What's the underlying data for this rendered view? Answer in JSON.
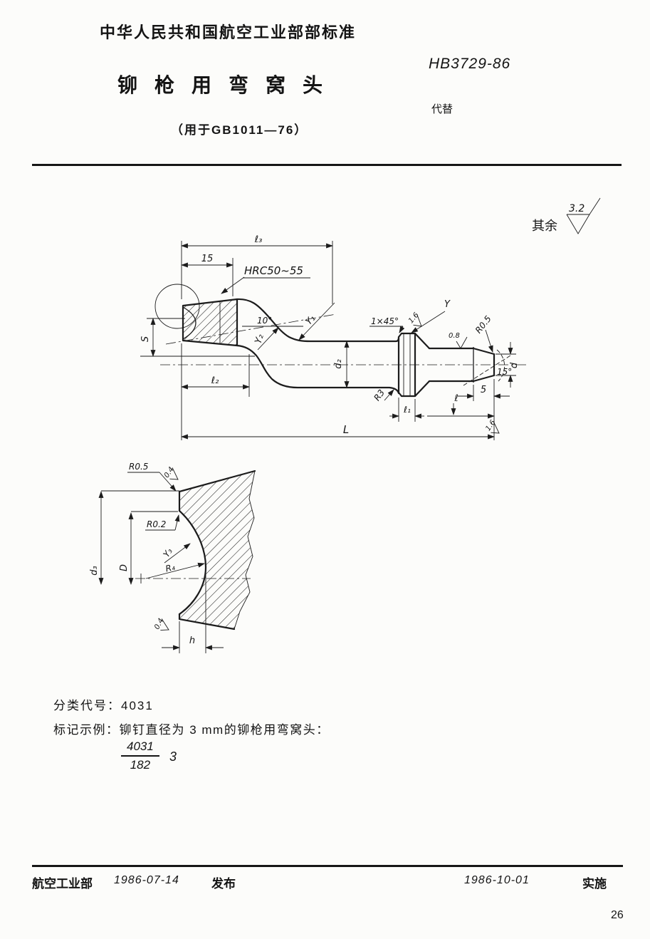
{
  "header": {
    "org_standard": "中华人民共和国航空工业部部标准",
    "title": "铆枪用弯窝头",
    "subtitle": "（用于GB1011—76）",
    "standard_no": "HB3729-86",
    "supersede_label": "代替"
  },
  "surface_note": {
    "prefix": "其余",
    "value": "3.2"
  },
  "main": {
    "l3": "ℓ₃",
    "len15": "15",
    "hardness": "HRC50~55",
    "angle10": "10°",
    "y1": "Y₁",
    "y2": "Y₂",
    "d2": "d₂",
    "chamfer": "1×45°",
    "y": "Y",
    "rough_chamfer": "1.6",
    "rough_shank": "0.8",
    "r05": "R0.5",
    "d": "d",
    "angle15": "15°",
    "len5": "5",
    "r3": "R3",
    "l1": "ℓ₁",
    "l": "ℓ",
    "L": "L",
    "S": "S",
    "l2": "ℓ₂",
    "rough_end": "1.6"
  },
  "detail": {
    "r05": "R0.5",
    "rough_top": "0.4",
    "r02": "R0.2",
    "y3": "Y₃",
    "r4": "R₄",
    "d3": "d₃",
    "D": "D",
    "h": "h",
    "rough_bottom": "0.4"
  },
  "classification": {
    "label": "分类代号：",
    "value": "4031"
  },
  "marking": {
    "label": "标记示例：",
    "text": "铆钉直径为 3 mm的铆枪用弯窝头："
  },
  "designation": {
    "numerator": "4031",
    "denominator": "182",
    "size": "3"
  },
  "footer": {
    "issuer": "航空工业部",
    "issue_date": "1986-07-14",
    "publish_label": "发布",
    "implement_date": "1986-10-01",
    "implement_label": "实施"
  },
  "page_number": "26"
}
